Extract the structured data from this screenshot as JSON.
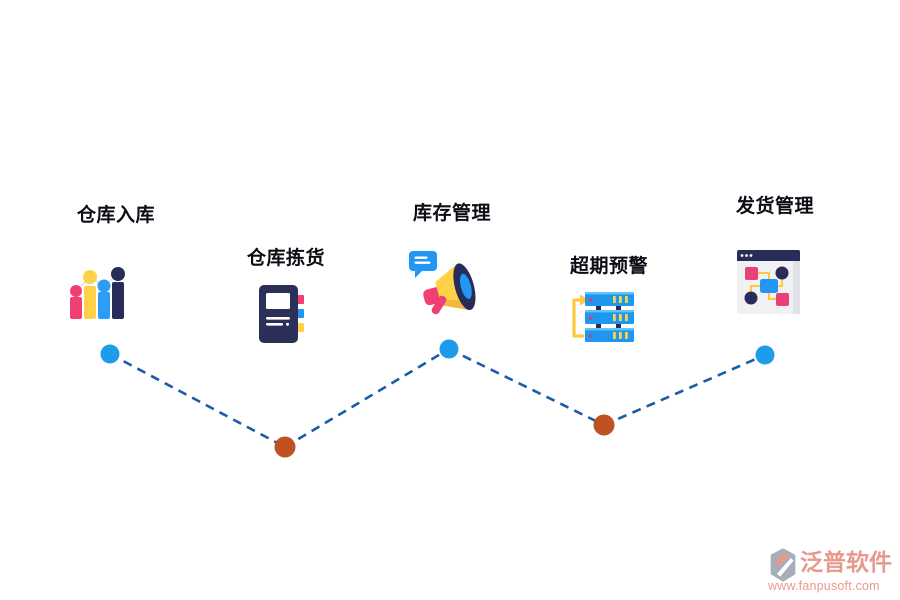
{
  "diagram": {
    "type": "process-zigzag",
    "title": "",
    "steps": [
      {
        "label": "仓库入库",
        "icon": "bar-chart-icon",
        "node_color": "#1C9CEB",
        "node_shape": "circle"
      },
      {
        "label": "仓库拣货",
        "icon": "notebook-icon",
        "node_color": "#BF5122",
        "node_shape": "circle"
      },
      {
        "label": "库存管理",
        "icon": "megaphone-icon",
        "node_color": "#1C9CEB",
        "node_shape": "circle"
      },
      {
        "label": "超期预警",
        "icon": "server-stack-icon",
        "node_color": "#BF5122",
        "node_shape": "circle"
      },
      {
        "label": "发货管理",
        "icon": "browser-flowchart-icon",
        "node_color": "#1C9CEB",
        "node_shape": "circle"
      }
    ],
    "connector": {
      "style": "dashed",
      "color": "#1A5CA8"
    }
  },
  "watermark": {
    "brand": "泛普软件",
    "url": "www.fanpusoft.com",
    "color": "#E8998D",
    "logo": "fanpu-logo-icon"
  },
  "colors": {
    "background": "#ffffff",
    "label_text": "#0c0c14",
    "accent_pink": "#EF3F74",
    "accent_yellow": "#FFD147",
    "accent_blue": "#2196F3",
    "accent_navy": "#272D58",
    "node_blue": "#1C9CEB",
    "node_orange": "#BF5122",
    "connector_blue": "#1A5CA8",
    "watermark_salmon": "#E8998D",
    "watermark_gray": "#A6AEBA"
  }
}
